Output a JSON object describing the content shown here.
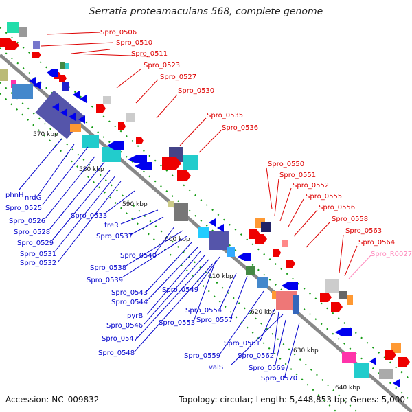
{
  "title": "Serratia proteamaculans 568, complete genome",
  "accession": "Accession: NC_009832",
  "summary": "Topology: circular; Length: 5,448,853 bp; Genes: 5,000",
  "colors": {
    "forward_label": "#dd0000",
    "reverse_label": "#0000cc",
    "rna_label": "#ff88bb",
    "backbone": "#888888",
    "forward_arrow": "#ee0000",
    "reverse_arrow": "#0000ee"
  },
  "kbp_ticks": [
    "570 kbp",
    "580 kbp",
    "590 kbp",
    "600 kbp",
    "610 kbp",
    "620 kbp",
    "630 kbp",
    "640 kbp"
  ],
  "forward_labels": [
    "Spro_0506",
    "Spro_0510",
    "Spro_0511",
    "Spro_0523",
    "Spro_0527",
    "Spro_0530",
    "Spro_0535",
    "Spro_0536",
    "Spro_0550",
    "Spro_0551",
    "Spro_0552",
    "Spro_0555",
    "Spro_0556",
    "Spro_0558",
    "Spro_0563",
    "Spro_0564"
  ],
  "rna_labels": [
    "Spro_R0027"
  ],
  "reverse_labels": [
    "phnH",
    "nrdG",
    "Spro_0525",
    "Spro_0526",
    "Spro_0528",
    "Spro_0529",
    "Spro_0531",
    "Spro_0532",
    "Spro_0533",
    "treR",
    "Spro_0537",
    "Spro_0540",
    "Spro_0538",
    "Spro_0539",
    "Spro_0543",
    "Spro_0544",
    "Spro_0549",
    "pyrB",
    "Spro_0546",
    "Spro_0553",
    "Spro_0547",
    "Spro_0554",
    "Spro_0557",
    "Spro_0548",
    "Spro_0561",
    "Spro_0559",
    "Spro_0562",
    "valS",
    "Spro_0569",
    "Spro_0570"
  ]
}
